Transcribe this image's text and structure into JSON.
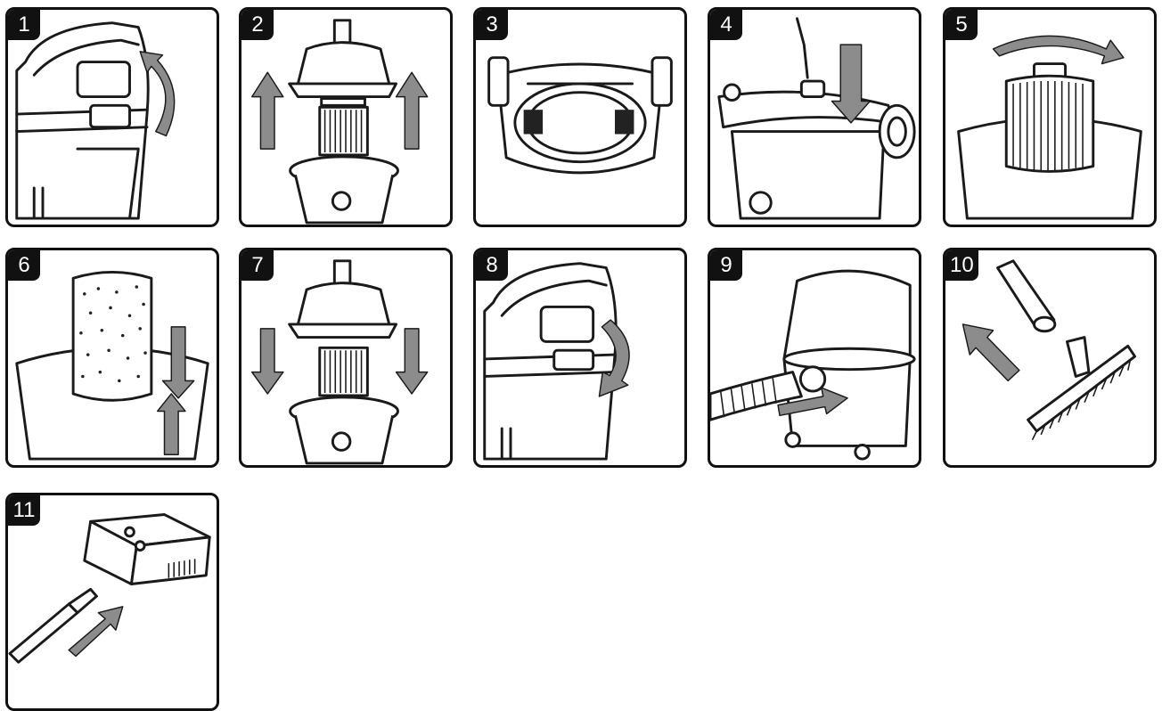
{
  "steps": [
    {
      "number": "1",
      "illustration": "open-latch-icon"
    },
    {
      "number": "2",
      "illustration": "lift-head-icon"
    },
    {
      "number": "3",
      "illustration": "wheel-base-icon"
    },
    {
      "number": "4",
      "illustration": "screw-caster-icon"
    },
    {
      "number": "5",
      "illustration": "twist-filter-icon"
    },
    {
      "number": "6",
      "illustration": "foam-sleeve-icon"
    },
    {
      "number": "7",
      "illustration": "lower-head-icon"
    },
    {
      "number": "8",
      "illustration": "close-latch-icon"
    },
    {
      "number": "9",
      "illustration": "insert-hose-icon"
    },
    {
      "number": "10",
      "illustration": "attach-brush-icon"
    },
    {
      "number": "11",
      "illustration": "connect-charger-icon"
    }
  ],
  "colors": {
    "line": "#111111",
    "arrow": "#8c8c8c",
    "background": "#ffffff"
  }
}
